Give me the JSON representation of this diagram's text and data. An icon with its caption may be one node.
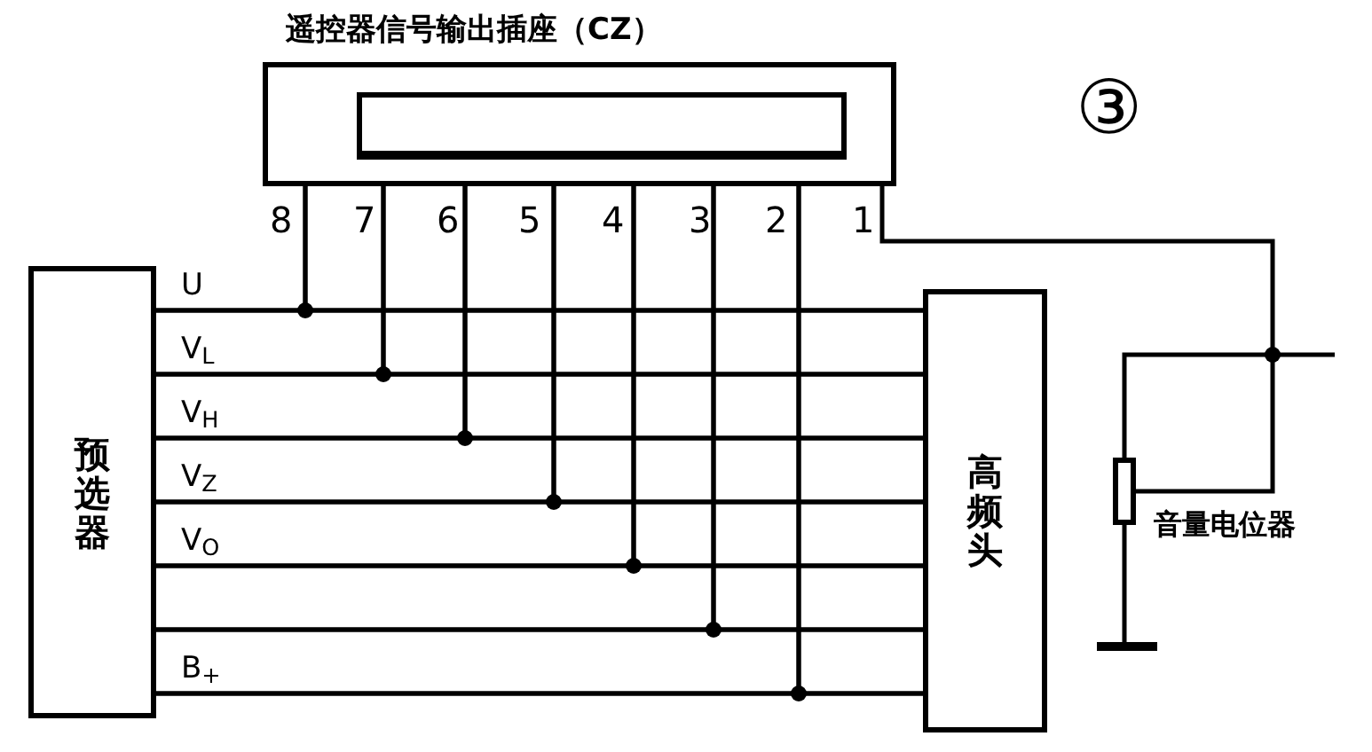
{
  "diagram": {
    "nodes": [
      {
        "text": [
          "遥控器信号输出插座（CZ）"
        ]
      },
      {
        "text": [
          "预选器"
        ]
      },
      {
        "text": [
          "高频头"
        ]
      },
      {
        "text": [],
        "shape": "box",
        "beside": [
          "音量电位器"
        ]
      },
      {
        "text": [],
        "shape": "bar"
      },
      {
        "text": [],
        "shape": "box",
        "in": 0
      }
    ],
    "edges": [
      {
        "from": 1,
        "to": 2,
        "arrow": "none",
        "label": "U"
      },
      {
        "from": 1,
        "to": 2,
        "arrow": "none",
        "label": "V$_{L}$"
      },
      {
        "from": 1,
        "to": 2,
        "arrow": "none",
        "label": "V$_{H}$"
      },
      {
        "from": 1,
        "to": 2,
        "arrow": "none",
        "label": "V$_{Z}$"
      },
      {
        "from": 1,
        "to": 2,
        "arrow": "none",
        "label": "V$_{O}$"
      },
      {
        "from": 1,
        "to": 2,
        "arrow": "none"
      },
      {
        "from": 1,
        "to": 2,
        "arrow": "none",
        "label": "B$_{+}$"
      },
      {
        "from": 0,
        "to": 1,
        "arrow": "none"
      },
      {
        "from": 0,
        "to": 2,
        "arrow": "none"
      },
      {
        "from": 0,
        "to": 1,
        "arrow": "none"
      },
      {
        "from": 0,
        "to": 2,
        "arrow": "none"
      },
      {
        "from": 0,
        "to": 1,
        "arrow": "none"
      },
      {
        "from": 0,
        "to": 2,
        "arrow": "none"
      },
      {
        "from": 0,
        "to": 1,
        "arrow": "none"
      },
      {
        "from": 0,
        "to": 2,
        "arrow": "none"
      },
      {
        "from": 0,
        "to": 1,
        "arrow": "none"
      },
      {
        "from": 0,
        "to": 2,
        "arrow": "none"
      },
      {
        "from": 0,
        "to": 1,
        "arrow": "none"
      },
      {
        "from": 0,
        "to": 2,
        "arrow": "none"
      },
      {
        "from": 0,
        "to": 1,
        "arrow": "none"
      },
      {
        "from": 0,
        "to": 2,
        "arrow": "none"
      },
      {
        "from": 0,
        "to": 3,
        "arrow": "none"
      },
      {
        "from": 3,
        "to": 4,
        "arrow": "none"
      }
    ],
    "labels": [
      "8",
      "7",
      "6",
      "5",
      "4",
      "3",
      "2",
      "1",
      "③"
    ]
  }
}
